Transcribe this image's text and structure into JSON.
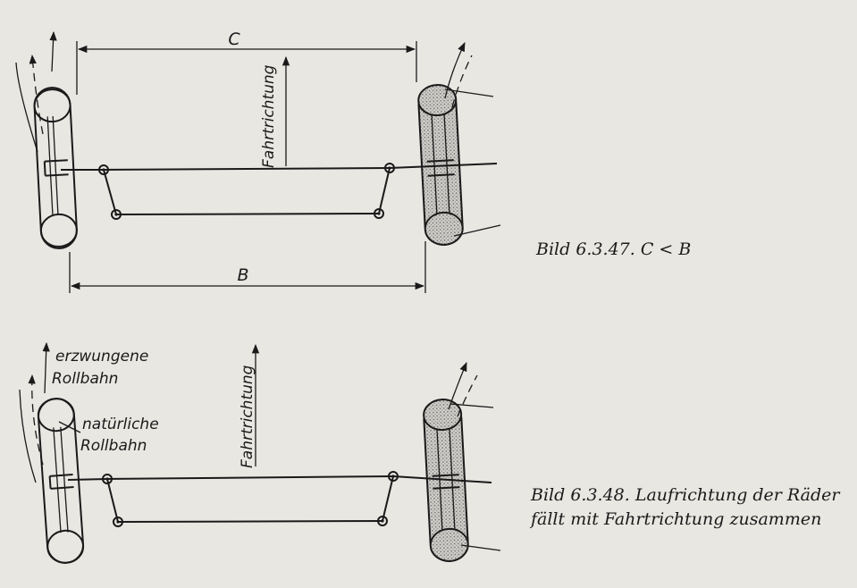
{
  "figure_top": {
    "dimension_top": "C",
    "dimension_bottom": "B",
    "direction_label": "Fahrtrichtung",
    "caption": "Bild 6.3.47. C < B"
  },
  "figure_bottom": {
    "direction_label": "Fahrtrichtung",
    "label_forced_line": [
      "erzwungene",
      "Rollbahn"
    ],
    "label_natural_line": [
      "natürliche",
      "Rollbahn"
    ],
    "caption": [
      "Bild 6.3.48. Laufrichtung der Räder",
      "fällt mit Fahrtrichtung zusammen"
    ]
  },
  "colors": {
    "paper": "#e9e7e2",
    "ink": "#1a1a1a",
    "hatch": "#8a8a8a"
  }
}
